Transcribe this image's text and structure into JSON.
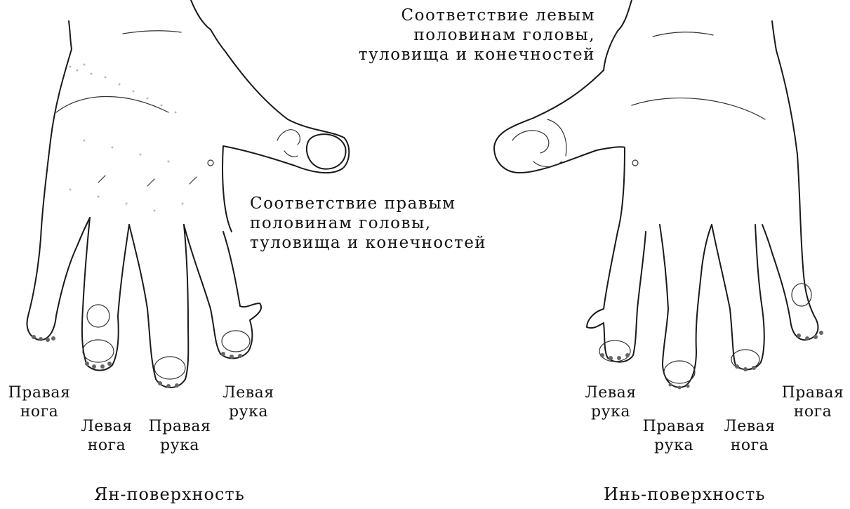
{
  "annotations": {
    "left_halves": [
      "Соответствие левым",
      "половинам головы,",
      "туловища и конечностей"
    ],
    "right_halves": [
      "Соответствие правым",
      "половинам головы,",
      "туловища и конечностей"
    ]
  },
  "yang_hand": {
    "caption": "Ян-поверхность",
    "fingers": [
      {
        "line1": "Правая",
        "line2": "нога"
      },
      {
        "line1": "Левая",
        "line2": "нога"
      },
      {
        "line1": "Правая",
        "line2": "рука"
      },
      {
        "line1": "Левая",
        "line2": "рука"
      }
    ]
  },
  "yin_hand": {
    "caption": "Инь-поверхность",
    "fingers": [
      {
        "line1": "Левая",
        "line2": "рука"
      },
      {
        "line1": "Правая",
        "line2": "рука"
      },
      {
        "line1": "Левая",
        "line2": "нога"
      },
      {
        "line1": "Правая",
        "line2": "нога"
      }
    ]
  }
}
